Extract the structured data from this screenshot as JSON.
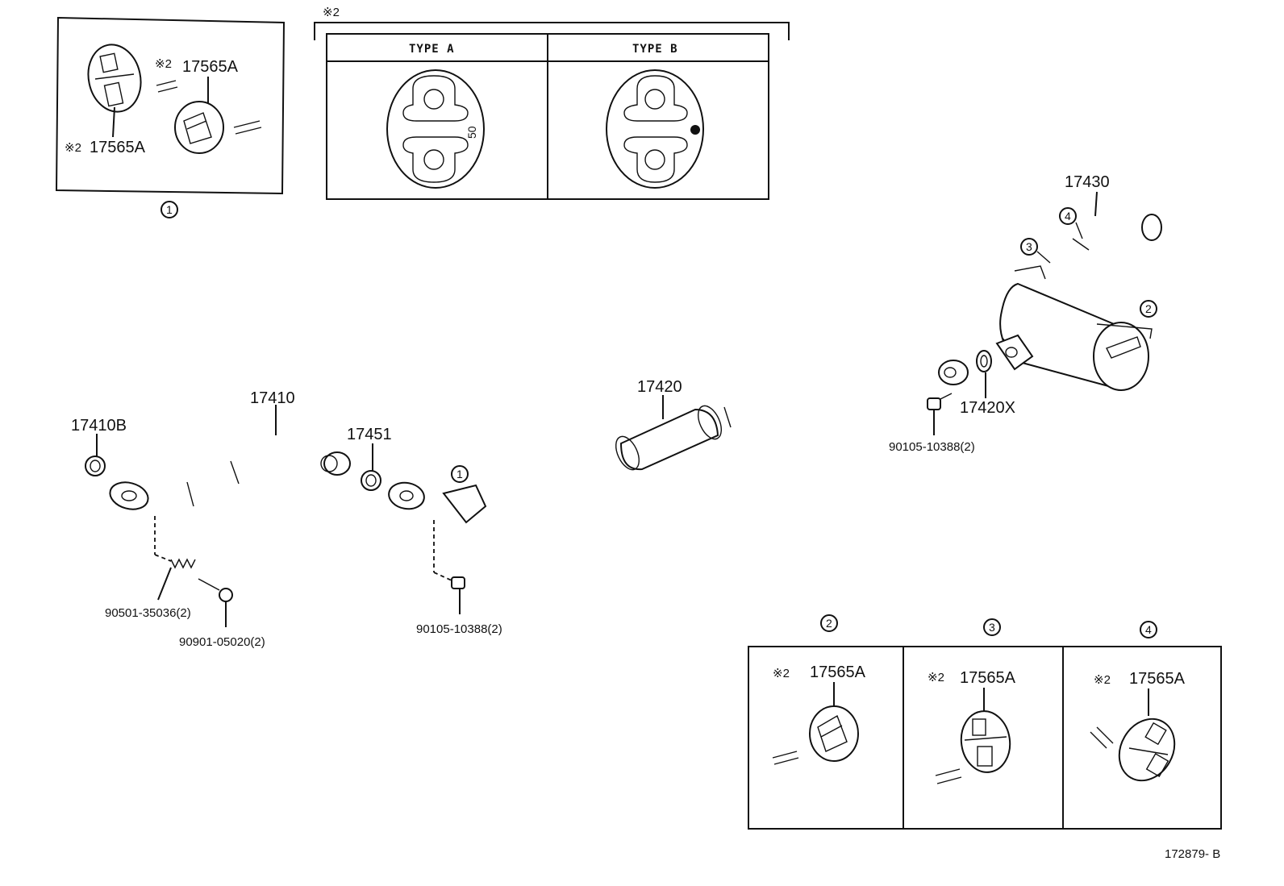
{
  "diagram": {
    "sheet_number": "172879- B",
    "note_mark": "※2",
    "type_table": {
      "type_a": "TYPE A",
      "type_b": "TYPE B",
      "type_a_mark": "50"
    },
    "callouts": {
      "c1": "1",
      "c2": "2",
      "c3": "3",
      "c4": "4"
    },
    "parts": {
      "p17410": "17410",
      "p17410b": "17410B",
      "p17451": "17451",
      "p17420": "17420",
      "p17420x": "17420X",
      "p17430": "17430",
      "p17565a": "17565A",
      "p90501": "90501-35036(2)",
      "p90901": "90901-05020(2)",
      "p90105a": "90105-10388(2)",
      "p90105b": "90105-10388(2)"
    }
  }
}
